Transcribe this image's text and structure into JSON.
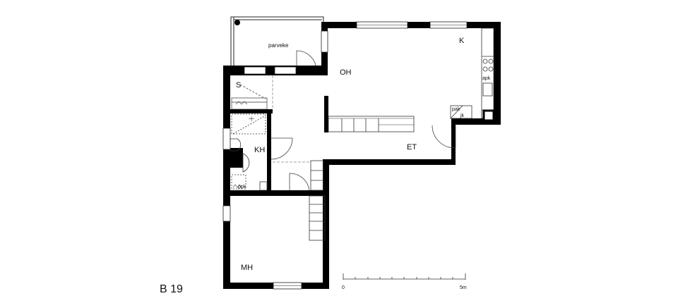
{
  "plan": {
    "code": "B 19",
    "rooms": {
      "parveke": "parveke",
      "oh": "OH",
      "k": "K",
      "s": "S",
      "kh": "KH",
      "et": "ET",
      "mh": "MH"
    },
    "fixtures": {
      "apk": "apk",
      "pak": "pak",
      "jk": "jk",
      "ppk": "ppk"
    },
    "scale": {
      "start_label": "0",
      "end_label": "5m"
    }
  }
}
